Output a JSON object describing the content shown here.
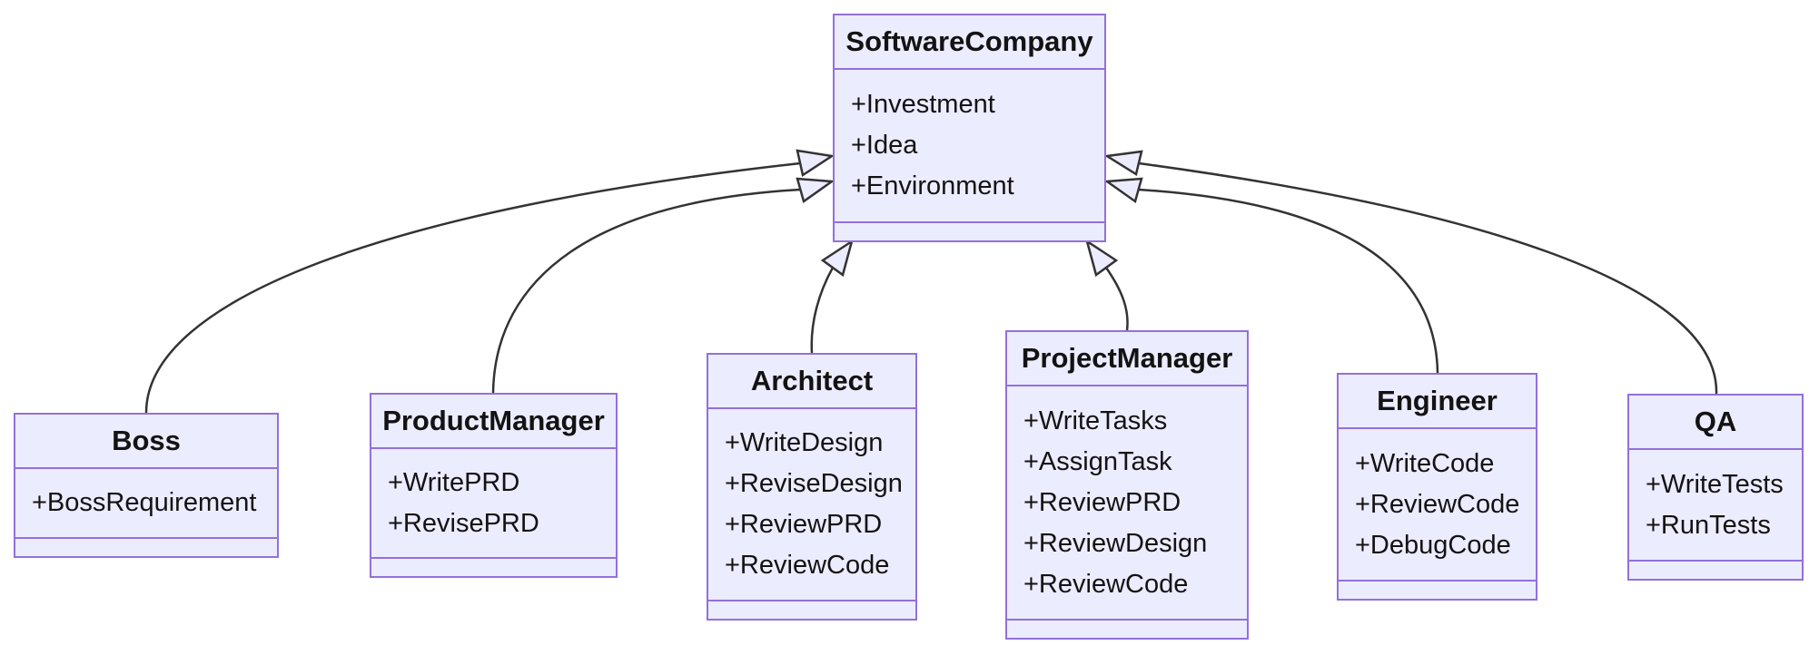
{
  "diagram": {
    "kind": "uml-class-diagram",
    "classes": [
      {
        "name": "SoftwareCompany",
        "attributes": [
          "+Investment",
          "+Idea",
          "+Environment"
        ],
        "methods": []
      },
      {
        "name": "Boss",
        "attributes": [
          "+BossRequirement"
        ],
        "methods": []
      },
      {
        "name": "ProductManager",
        "attributes": [
          "+WritePRD",
          "+RevisePRD"
        ],
        "methods": []
      },
      {
        "name": "Architect",
        "attributes": [
          "+WriteDesign",
          "+ReviseDesign",
          "+ReviewPRD",
          "+ReviewCode"
        ],
        "methods": []
      },
      {
        "name": "ProjectManager",
        "attributes": [
          "+WriteTasks",
          "+AssignTask",
          "+ReviewPRD",
          "+ReviewDesign",
          "+ReviewCode"
        ],
        "methods": []
      },
      {
        "name": "Engineer",
        "attributes": [
          "+WriteCode",
          "+ReviewCode",
          "+DebugCode"
        ],
        "methods": []
      },
      {
        "name": "QA",
        "attributes": [
          "+WriteTests",
          "+RunTests"
        ],
        "methods": []
      }
    ],
    "relationships": [
      {
        "from": "Boss",
        "to": "SoftwareCompany",
        "type": "inheritance",
        "arrow": "hollow-triangle"
      },
      {
        "from": "ProductManager",
        "to": "SoftwareCompany",
        "type": "inheritance",
        "arrow": "hollow-triangle"
      },
      {
        "from": "Architect",
        "to": "SoftwareCompany",
        "type": "inheritance",
        "arrow": "hollow-triangle"
      },
      {
        "from": "ProjectManager",
        "to": "SoftwareCompany",
        "type": "inheritance",
        "arrow": "hollow-triangle"
      },
      {
        "from": "Engineer",
        "to": "SoftwareCompany",
        "type": "inheritance",
        "arrow": "hollow-triangle"
      },
      {
        "from": "QA",
        "to": "SoftwareCompany",
        "type": "inheritance",
        "arrow": "hollow-triangle"
      }
    ],
    "colors": {
      "node_fill": "#ECECFF",
      "node_border": "#9370DB",
      "edge_line": "#333333",
      "arrowhead_fill": "#ECECFF",
      "text": "#131313",
      "background": "#FFFFFF"
    }
  }
}
